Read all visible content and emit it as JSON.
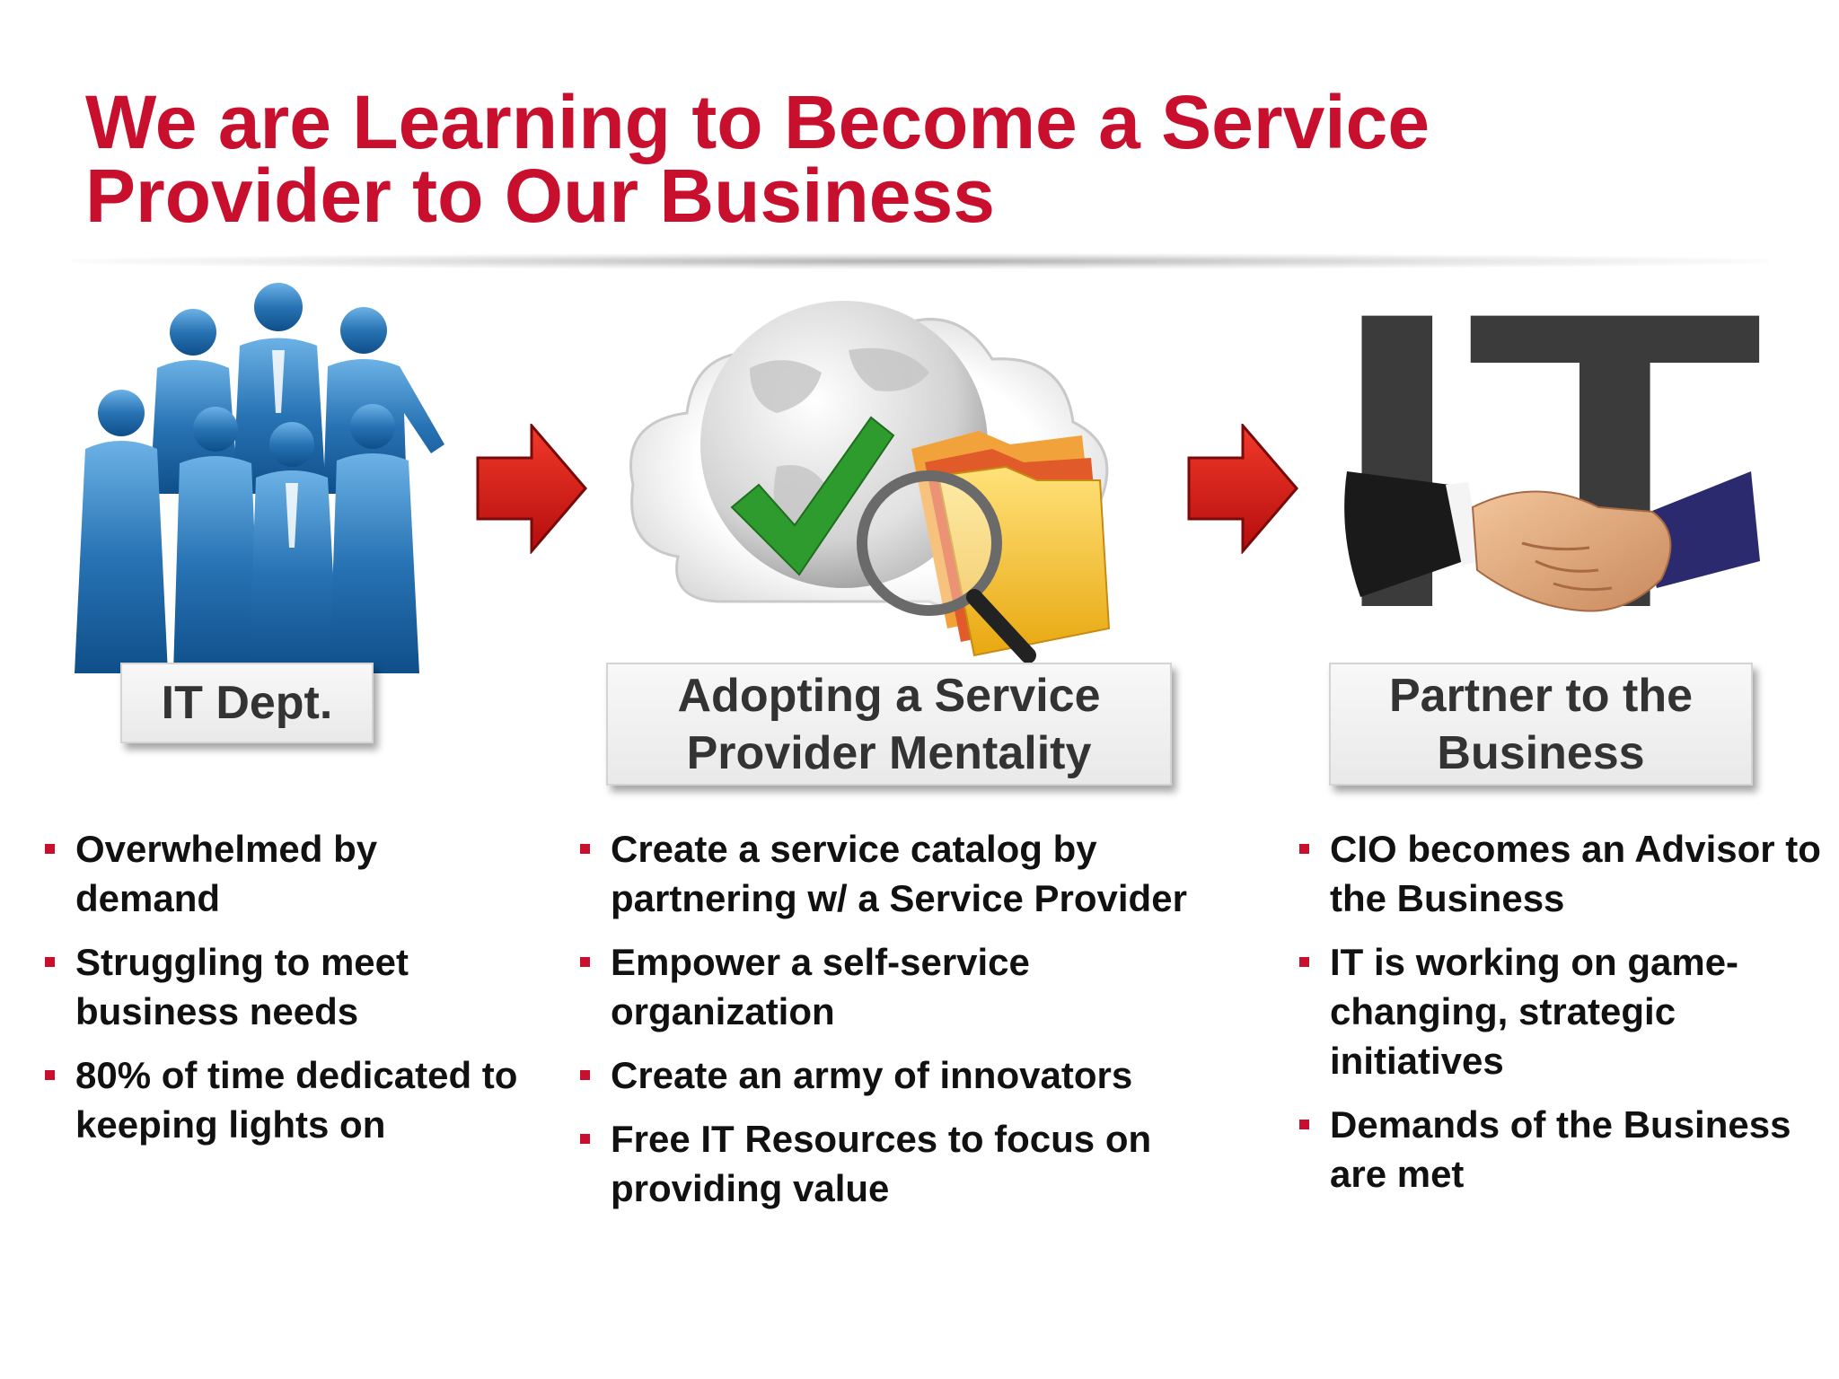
{
  "slide": {
    "title_lines": [
      "We are Learning to Become a Service",
      "Provider to Our Business"
    ],
    "accent_color": "#c8102e",
    "graphic_it_letters": "IT"
  },
  "columns": [
    {
      "label_lines": [
        "IT Dept."
      ],
      "icon": "people-silhouettes-icon",
      "bullets": [
        "Overwhelmed by demand",
        "Struggling to meet business needs",
        "80% of time dedicated to keeping lights on"
      ]
    },
    {
      "label_lines": [
        "Adopting a Service",
        "Provider Mentality"
      ],
      "icon": "cloud-globe-folders-icon",
      "bullets": [
        "Create a service catalog by partnering w/ a Service Provider",
        "Empower a self-service organization",
        "Create an army of innovators",
        "Free IT Resources to focus on providing value"
      ]
    },
    {
      "label_lines": [
        "Partner to the",
        "Business"
      ],
      "icon": "handshake-icon",
      "bullets": [
        "CIO becomes an Advisor to the Business",
        "IT is working on game-changing, strategic initiatives",
        "Demands of the Business are met"
      ]
    }
  ],
  "arrows": [
    "right-arrow-icon",
    "right-arrow-icon"
  ]
}
